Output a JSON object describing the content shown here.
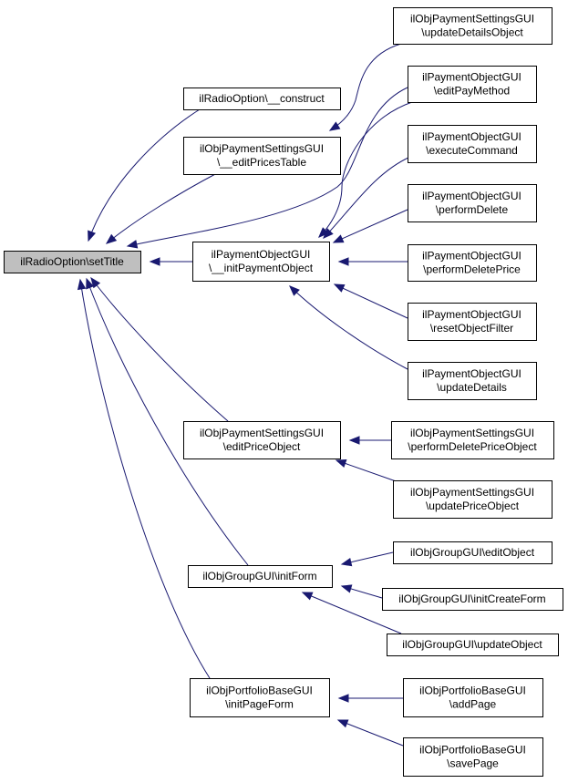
{
  "diagram": {
    "edge_color": "#191970",
    "root_fill": "#bfbfbf",
    "node_fill": "#ffffff",
    "nodes": [
      {
        "id": "root",
        "lines": [
          "ilRadioOption\\setTitle"
        ],
        "root": true
      },
      {
        "id": "construct",
        "lines": [
          "ilRadioOption\\__construct"
        ]
      },
      {
        "id": "editPricesTable",
        "lines": [
          "ilObjPaymentSettingsGUI",
          "\\__editPricesTable"
        ]
      },
      {
        "id": "initPaymentObject",
        "lines": [
          "ilPaymentObjectGUI",
          "\\__initPaymentObject"
        ]
      },
      {
        "id": "editPriceObject",
        "lines": [
          "ilObjPaymentSettingsGUI",
          "\\editPriceObject"
        ]
      },
      {
        "id": "initForm",
        "lines": [
          "ilObjGroupGUI\\initForm"
        ]
      },
      {
        "id": "initPageForm",
        "lines": [
          "ilObjPortfolioBaseGUI",
          "\\initPageForm"
        ]
      },
      {
        "id": "updateDetailsObject",
        "lines": [
          "ilObjPaymentSettingsGUI",
          "\\updateDetailsObject"
        ]
      },
      {
        "id": "editPayMethod",
        "lines": [
          "ilPaymentObjectGUI",
          "\\editPayMethod"
        ]
      },
      {
        "id": "executeCommand",
        "lines": [
          "ilPaymentObjectGUI",
          "\\executeCommand"
        ]
      },
      {
        "id": "performDelete",
        "lines": [
          "ilPaymentObjectGUI",
          "\\performDelete"
        ]
      },
      {
        "id": "performDeletePrice",
        "lines": [
          "ilPaymentObjectGUI",
          "\\performDeletePrice"
        ]
      },
      {
        "id": "resetObjectFilter",
        "lines": [
          "ilPaymentObjectGUI",
          "\\resetObjectFilter"
        ]
      },
      {
        "id": "updateDetails",
        "lines": [
          "ilPaymentObjectGUI",
          "\\updateDetails"
        ]
      },
      {
        "id": "performDeletePriceObject",
        "lines": [
          "ilObjPaymentSettingsGUI",
          "\\performDeletePriceObject"
        ]
      },
      {
        "id": "updatePriceObject",
        "lines": [
          "ilObjPaymentSettingsGUI",
          "\\updatePriceObject"
        ]
      },
      {
        "id": "editObject",
        "lines": [
          "ilObjGroupGUI\\editObject"
        ]
      },
      {
        "id": "initCreateForm",
        "lines": [
          "ilObjGroupGUI\\initCreateForm"
        ]
      },
      {
        "id": "updateObject",
        "lines": [
          "ilObjGroupGUI\\updateObject"
        ]
      },
      {
        "id": "addPage",
        "lines": [
          "ilObjPortfolioBaseGUI",
          "\\addPage"
        ]
      },
      {
        "id": "savePage",
        "lines": [
          "ilObjPortfolioBaseGUI",
          "\\savePage"
        ]
      }
    ],
    "edges": [
      {
        "from": "construct",
        "to": "root"
      },
      {
        "from": "editPricesTable",
        "to": "root"
      },
      {
        "from": "editPayMethod",
        "to": "root"
      },
      {
        "from": "initPaymentObject",
        "to": "root"
      },
      {
        "from": "editPriceObject",
        "to": "root"
      },
      {
        "from": "initForm",
        "to": "root"
      },
      {
        "from": "initPageForm",
        "to": "root"
      },
      {
        "from": "updateDetailsObject",
        "to": "editPricesTable"
      },
      {
        "from": "editPayMethod",
        "to": "initPaymentObject"
      },
      {
        "from": "executeCommand",
        "to": "initPaymentObject"
      },
      {
        "from": "performDelete",
        "to": "initPaymentObject"
      },
      {
        "from": "performDeletePrice",
        "to": "initPaymentObject"
      },
      {
        "from": "resetObjectFilter",
        "to": "initPaymentObject"
      },
      {
        "from": "updateDetails",
        "to": "initPaymentObject"
      },
      {
        "from": "performDeletePriceObject",
        "to": "editPriceObject"
      },
      {
        "from": "updatePriceObject",
        "to": "editPriceObject"
      },
      {
        "from": "editObject",
        "to": "initForm"
      },
      {
        "from": "initCreateForm",
        "to": "initForm"
      },
      {
        "from": "updateObject",
        "to": "initForm"
      },
      {
        "from": "addPage",
        "to": "initPageForm"
      },
      {
        "from": "savePage",
        "to": "initPageForm"
      }
    ]
  }
}
